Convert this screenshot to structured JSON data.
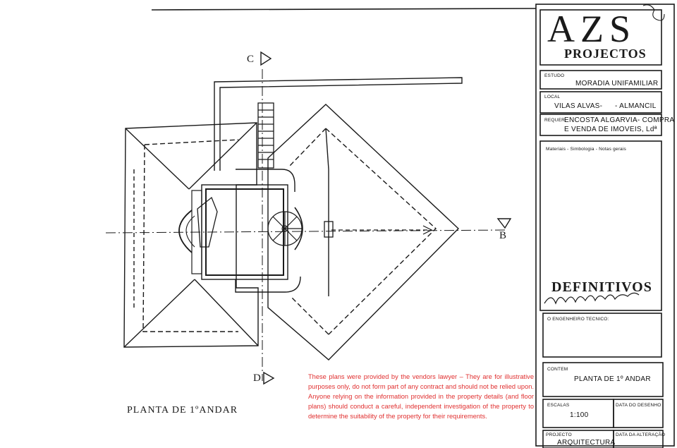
{
  "title_block": {
    "logo": "AZS",
    "logo_sub": "PROJECTOS",
    "estudo_label": "ESTUDO",
    "estudo_value": "MORADIA UNIFAMILIAR",
    "local_label": "LOCAL",
    "local_value_1": "VILAS ALVAS-",
    "local_value_2": "- ALMANCIL",
    "requer_label": "REQUER.",
    "requer_value_1": "ENCOSTA ALGARVIA- COMPRA",
    "requer_value_2": "E VENDA DE IMOVEIS, Ldª",
    "materiais_label": "Materiais - Simbologia - Notas gerais",
    "status": "DEFINITIVOS",
    "engineer_label": "O ENGENHEIRO TECNICO:",
    "contem_label": "CONTEM",
    "contem_value": "PLANTA DE 1º ANDAR",
    "escalas_label": "ESCALAS",
    "escala_value": "1:100",
    "data_desenho_label": "DATA DO DESENHO",
    "projecto_label": "PROJECTO",
    "projecto_value": "ARQUITECTURA",
    "data_alteracao_label": "DATA DA ALTERAÇÃO"
  },
  "drawing": {
    "plan_title": "PLANTA DE 1ºANDAR",
    "section_c": "C",
    "section_d": "D",
    "section_b": "B"
  },
  "disclaimer": "These plans were provided by the vendors lawyer – They are for illustrative purposes only, do not form part of any contract and should not be relied upon. Anyone relying on the information provided in the property details (and floor plans) should conduct a careful, independent investigation of the property to determine the suitability of the property for their requirements.",
  "colors": {
    "ink": "#1a1a1a",
    "disclaimer": "#e03030",
    "paper": "#ffffff"
  }
}
